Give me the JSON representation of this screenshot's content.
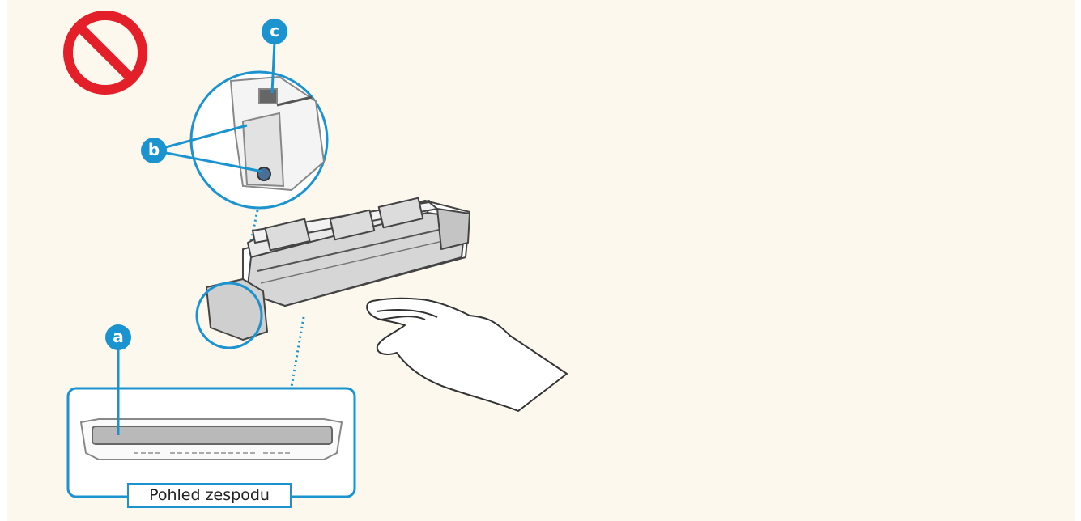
{
  "callouts": {
    "a": "a",
    "b": "b",
    "c": "c"
  },
  "view_label": "Pohled zespodu",
  "icons": {
    "prohibited": "prohibition-sign-icon",
    "hand": "hand-icon",
    "cartridge": "toner-cartridge-icon"
  },
  "colors": {
    "background": "#fdf8ee",
    "callout_blue": "#1b93cf",
    "prohibited_red": "#e3202a",
    "outline": "#444444"
  }
}
